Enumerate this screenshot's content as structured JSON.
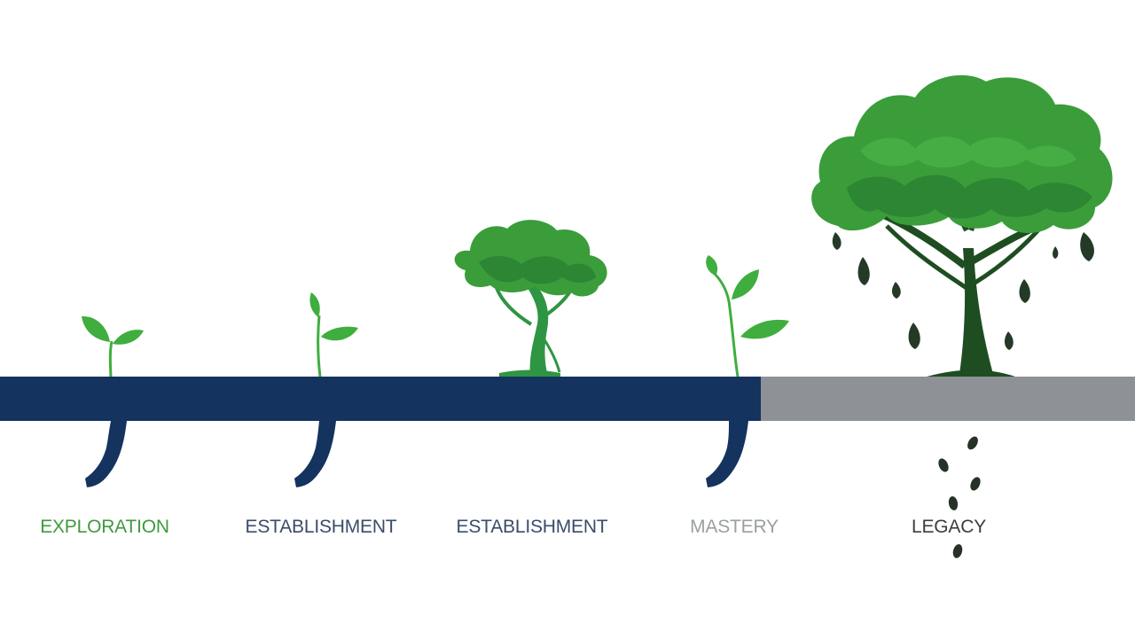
{
  "stages": [
    {
      "label": "EXPLORATION"
    },
    {
      "label": "ESTABLISHMENT"
    },
    {
      "label": "ESTABLISHMENT"
    },
    {
      "label": "MASTERY"
    },
    {
      "label": "LEGACY"
    }
  ],
  "colors": {
    "background": "#ffffff",
    "timeline_active": "#14335f",
    "timeline_future": "#8e9196",
    "leaf_light": "#4cb74a",
    "leaf_mid": "#3a9d3a",
    "leaf_dark": "#1f7a2c",
    "trunk_dark": "#1f4d22",
    "seed_dark": "#263226"
  },
  "icons": [
    "seedling-icon",
    "sprout-icon",
    "young-tree-icon",
    "sprout-icon",
    "mature-tree-icon",
    "falling-seeds-icon"
  ]
}
